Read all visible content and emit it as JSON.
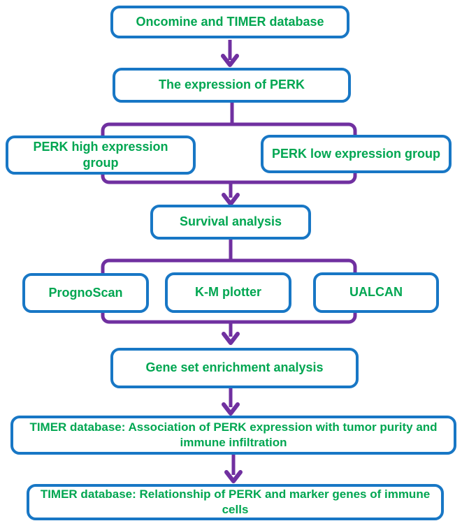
{
  "figure": {
    "type": "flowchart",
    "colors": {
      "box_border": "#1877C5",
      "label_text": "#00A651",
      "connector": "#7030A0",
      "background": "#FFFFFF"
    },
    "nodes": [
      {
        "id": "oncomine_timer",
        "label": "Oncomine and TIMER database"
      },
      {
        "id": "perk_expression",
        "label": "The expression of PERK"
      },
      {
        "id": "perk_high",
        "label": "PERK high expression group"
      },
      {
        "id": "perk_low",
        "label": "PERK low expression group"
      },
      {
        "id": "survival",
        "label": "Survival analysis"
      },
      {
        "id": "prognoscan",
        "label": "PrognoScan"
      },
      {
        "id": "km_plotter",
        "label": "K-M plotter"
      },
      {
        "id": "ualcan",
        "label": "UALCAN"
      },
      {
        "id": "gsea",
        "label": "Gene set enrichment analysis"
      },
      {
        "id": "timer_association",
        "label": "TIMER database: Association of PERK expression with tumor purity and immune infiltration"
      },
      {
        "id": "timer_relationship",
        "label": "TIMER database: Relationship of PERK and marker genes of immune cells"
      }
    ],
    "edges": [
      {
        "from": "oncomine_timer",
        "to": "perk_expression"
      },
      {
        "from": "perk_expression",
        "to": "perk_high"
      },
      {
        "from": "perk_expression",
        "to": "perk_low"
      },
      {
        "from": "perk_high",
        "to": "survival"
      },
      {
        "from": "perk_low",
        "to": "survival"
      },
      {
        "from": "survival",
        "to": "prognoscan"
      },
      {
        "from": "survival",
        "to": "km_plotter"
      },
      {
        "from": "survival",
        "to": "ualcan"
      },
      {
        "from": "prognoscan",
        "to": "gsea"
      },
      {
        "from": "km_plotter",
        "to": "gsea"
      },
      {
        "from": "ualcan",
        "to": "gsea"
      },
      {
        "from": "gsea",
        "to": "timer_association"
      },
      {
        "from": "timer_association",
        "to": "timer_relationship"
      }
    ]
  }
}
